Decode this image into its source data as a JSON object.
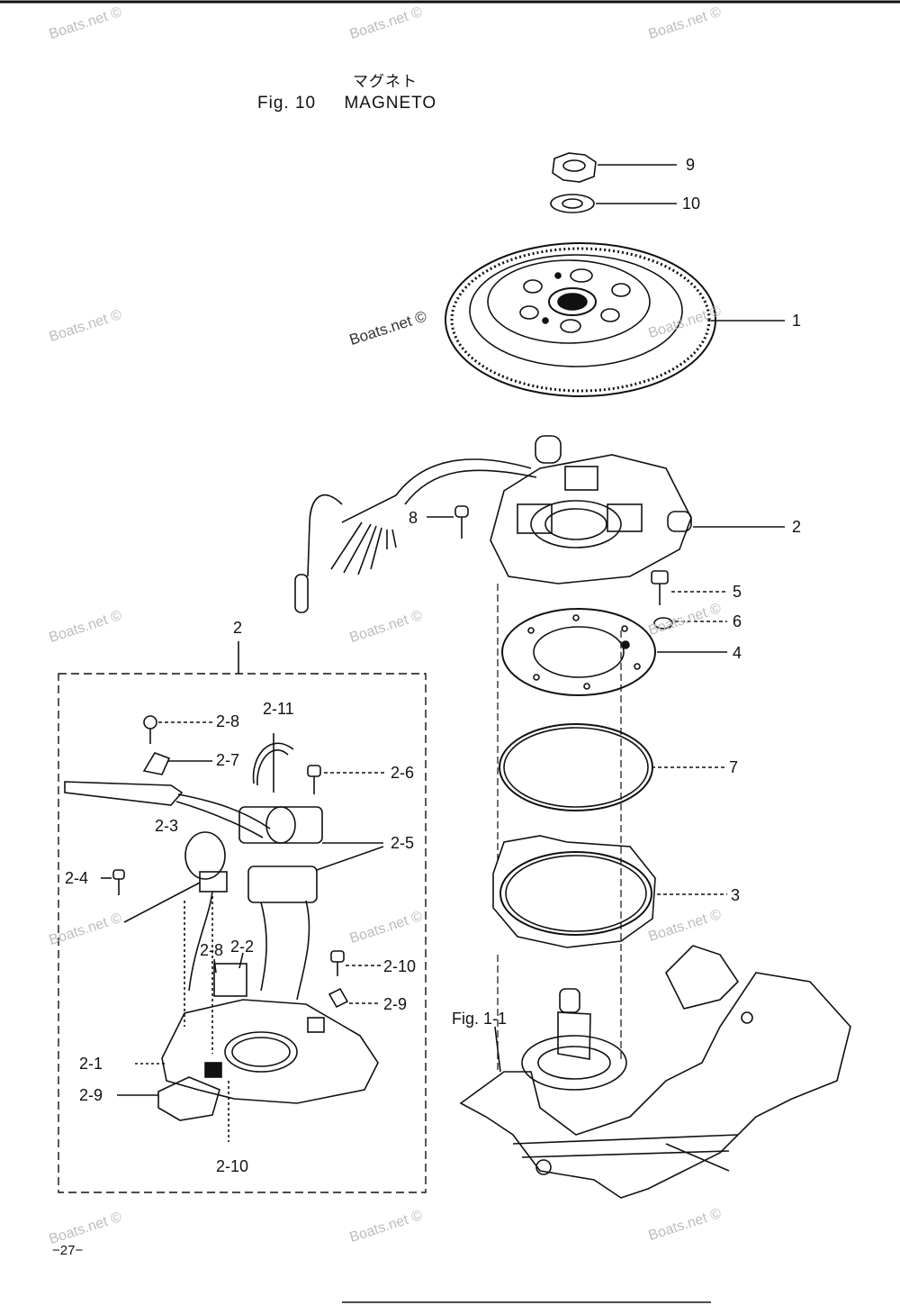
{
  "header": {
    "title_jp": "マグネト",
    "title_en": "Fig. 10     MAGNETO"
  },
  "callouts": {
    "n9": "9",
    "n10": "10",
    "n1": "1",
    "n2": "2",
    "n8": "8",
    "n5": "5",
    "n6": "6",
    "n4": "4",
    "n7": "7",
    "n3": "3",
    "n2_box": "2"
  },
  "sub_callouts": {
    "s2_8a": "2-8",
    "s2_11": "2-11",
    "s2_7": "2-7",
    "s2_6": "2-6",
    "s2_3": "2-3",
    "s2_5": "2-5",
    "s2_4": "2-4",
    "s2_8b": "2-8",
    "s2_2": "2-2",
    "s2_10a": "2-10",
    "s2_9a": "2-9",
    "s2_1": "2-1",
    "s2_9b": "2-9",
    "s2_10b": "2-10"
  },
  "reference": "Fig. 1-1",
  "watermark": "Boats.net ©",
  "page_number": "−27−"
}
